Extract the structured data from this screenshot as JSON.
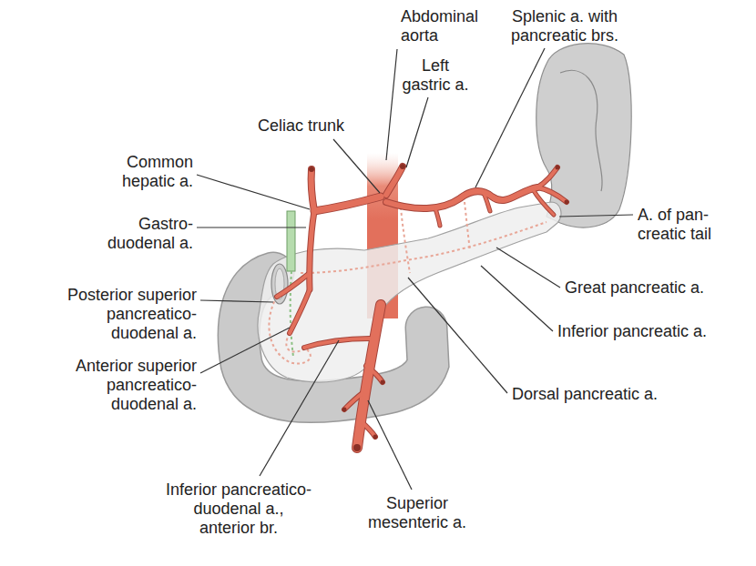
{
  "diagram": {
    "labels": [
      "Abdominal aorta",
      "Splenic a. with pancreatic brs.",
      "Left gastric a.",
      "Celiac trunk",
      "Common hepatic a.",
      "Gastro- duodenal a.",
      "Posterior superior pancreatico- duodenal a.",
      "Anterior superior pancreatico- duodenal a.",
      "Inferior pancreatico- duodenal a., anterior br.",
      "Superior mesenteric a.",
      "A. of pan- creatic tail",
      "Great pancreatic a.",
      "Inferior pancreatic a.",
      "Dorsal pancreatic a."
    ]
  }
}
